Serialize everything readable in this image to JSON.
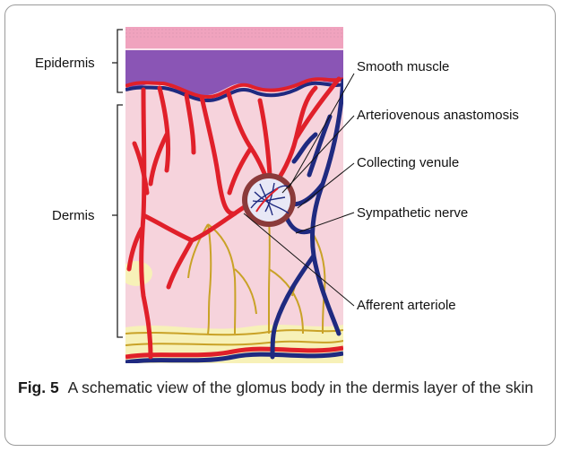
{
  "figure": {
    "labels_left": {
      "epidermis": "Epidermis",
      "dermis": "Dermis"
    },
    "labels_right": [
      "Smooth muscle",
      "Arteriovenous anastomosis",
      "Collecting venule",
      "Sympathetic nerve",
      "Afferent arteriole"
    ],
    "caption": {
      "fig_number": "Fig. 5",
      "text": "A schematic view of the glomus body in the dermis layer of the skin"
    },
    "colors": {
      "artery": "#e0202a",
      "vein": "#1f2a80",
      "nerve": "#c9a227",
      "dermis": "#f6d3dc",
      "epidermis_top": "#f0a3be",
      "epidermis_basal": "#8a55b5",
      "fat": "#f7f1b8",
      "glomus_ring": "#8b3a3a"
    }
  }
}
